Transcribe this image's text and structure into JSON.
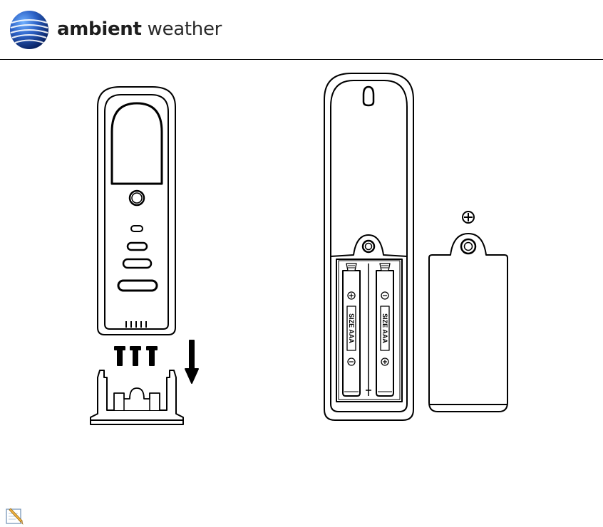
{
  "header": {
    "brand_bold": "ambient",
    "brand_light": " weather",
    "globe_icon": "ambient-weather-globe-icon",
    "colors": {
      "globe_dark": "#0b2f7a",
      "globe_light": "#3f86e0",
      "rule": "#000000"
    }
  },
  "figures": {
    "left_device": "thermo-hygrometer-sensor-icon",
    "screws": "screw-icon",
    "arrow": "arrow-down-icon",
    "stand": "mounting-stand-icon",
    "right_device": "sensor-back-battery-compartment",
    "batteries": [
      {
        "label": "SIZE AAA",
        "top_sign": "+",
        "bottom_sign": "−"
      },
      {
        "label": "SIZE AAA",
        "top_sign": "−",
        "bottom_sign": "+"
      }
    ],
    "cover_screw": "screw-head-icon",
    "battery_cover": "battery-door-icon"
  },
  "footer": {
    "note_icon": "note-pencil-icon"
  }
}
